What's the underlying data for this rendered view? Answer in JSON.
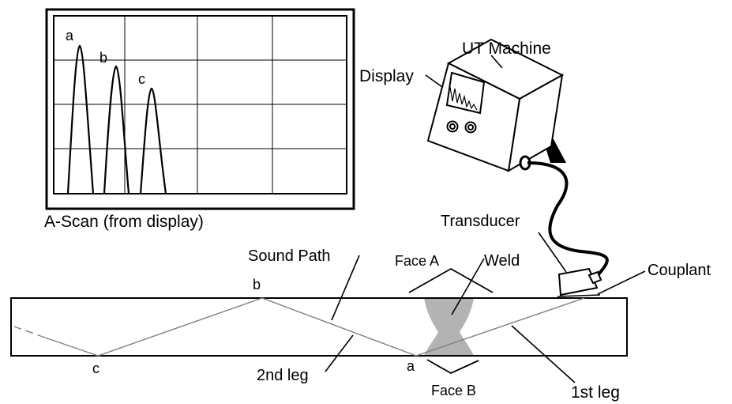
{
  "a_scan": {
    "caption": "A-Scan (from display)",
    "peaks": [
      {
        "label": "a",
        "relative_height": 1.0
      },
      {
        "label": "b",
        "relative_height": 0.85
      },
      {
        "label": "c",
        "relative_height": 0.7
      }
    ]
  },
  "ut_machine": {
    "title": "UT Machine",
    "display_label": "Display"
  },
  "probe": {
    "transducer_label": "Transducer",
    "couplant_label": "Couplant"
  },
  "specimen": {
    "sound_path_label": "Sound Path",
    "weld_label": "Weld",
    "face_a_label": "Face A",
    "face_b_label": "Face B",
    "first_leg_label": "1st leg",
    "second_leg_label": "2nd leg",
    "point_a": "a",
    "point_b": "b",
    "point_c": "c"
  },
  "colors": {
    "outline": "#000000",
    "sound_path": "#808080",
    "weld_fill": "#b3b3b3",
    "background": "#ffffff"
  }
}
